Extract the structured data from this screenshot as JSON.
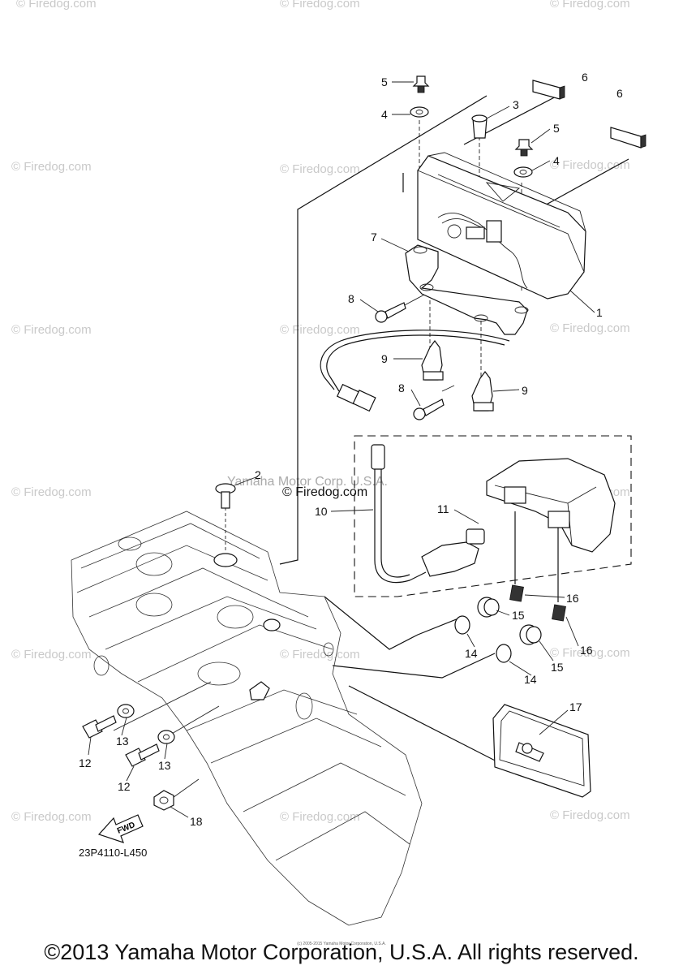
{
  "watermark": {
    "text": "© Firedog.com"
  },
  "center_watermarks": {
    "yamaha": "Yamaha Motor Corp. U.S.A.",
    "firedog": "© Firedog.com"
  },
  "callouts": {
    "c1": "1",
    "c2": "2",
    "c3": "3",
    "c4a": "4",
    "c4b": "4",
    "c5a": "5",
    "c5b": "5",
    "c6a": "6",
    "c6b": "6",
    "c7": "7",
    "c8a": "8",
    "c8b": "8",
    "c9a": "9",
    "c9b": "9",
    "c10": "10",
    "c11": "11",
    "c12a": "12",
    "c12b": "12",
    "c13a": "13",
    "c13b": "13",
    "c14a": "14",
    "c14b": "14",
    "c15a": "15",
    "c15b": "15",
    "c16a": "16",
    "c16b": "16",
    "c17": "17",
    "c18": "18"
  },
  "fwd_label": "FWD",
  "drawing_code": "23P4110-L450",
  "copyright_notice": "©2013 Yamaha Motor Corporation, U.S.A. All rights reserved.",
  "tiny_notice": "(c) 2005-2015 Yamaha Motor Corporation, U.S.A."
}
